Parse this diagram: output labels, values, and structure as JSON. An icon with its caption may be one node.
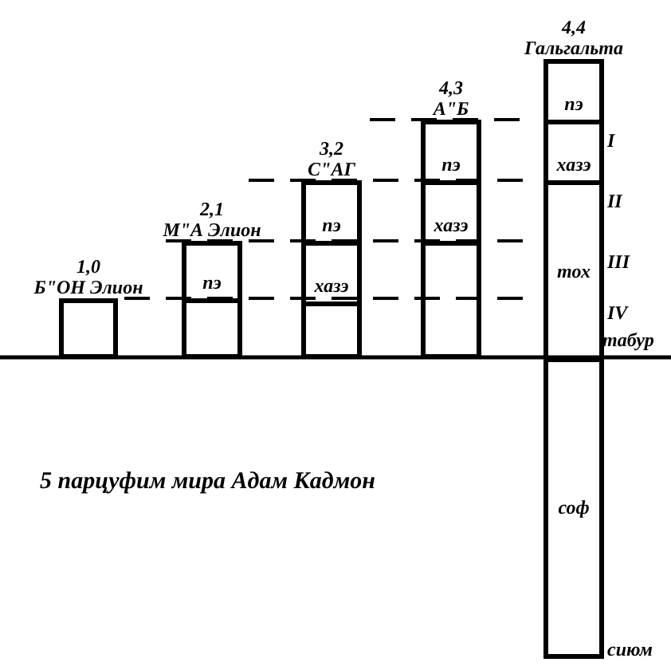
{
  "diagram": {
    "title": "5 парцуфим мира Адам Кадмон",
    "nodes": [
      {
        "text": [
          "1,0",
          "Б\"ОН Элион"
        ]
      },
      {
        "text": [
          "2,1",
          "М\"А Элион"
        ]
      },
      {
        "text": [
          "пэ"
        ],
        "in": 1
      },
      {
        "text": [],
        "shape": "box",
        "in": 1
      },
      {
        "text": [
          "3,2",
          "С\"АГ"
        ]
      },
      {
        "text": [
          "пэ"
        ],
        "in": 4
      },
      {
        "text": [
          "хазэ"
        ],
        "in": 4
      },
      {
        "text": [],
        "shape": "box",
        "in": 4
      },
      {
        "text": [
          "4,3",
          "А\"Б"
        ]
      },
      {
        "text": [
          "пэ"
        ],
        "in": 8
      },
      {
        "text": [
          "хазэ"
        ],
        "in": 8
      },
      {
        "text": [],
        "shape": "box",
        "in": 8
      },
      {
        "text": [
          "4,4",
          "Гальгальта"
        ]
      },
      {
        "text": [
          "пэ"
        ],
        "in": 12
      },
      {
        "text": [
          "хазэ"
        ],
        "in": 12
      },
      {
        "text": [
          "тох"
        ],
        "in": 12
      },
      {
        "text": [
          "соф"
        ],
        "in": 12
      }
    ],
    "labels": [
      "I",
      "II",
      "III",
      "IV",
      "табур",
      "сиюм"
    ]
  }
}
